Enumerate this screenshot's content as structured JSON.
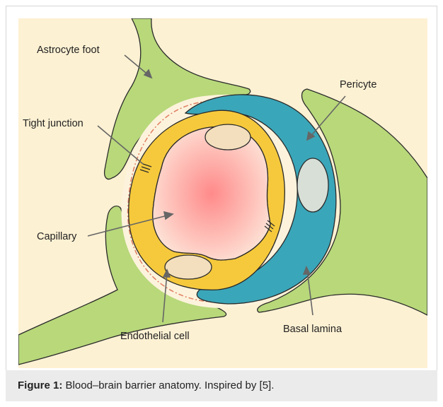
{
  "labels": {
    "astrocyte_foot": "Astrocyte foot",
    "pericyte": "Pericyte",
    "tight_junction": "Tight junction",
    "capillary": "Capillary",
    "endothelial_cell": "Endothelial cell",
    "basal_lamina": "Basal lamina"
  },
  "caption": {
    "label": "Figure 1:",
    "text": " Blood–brain barrier anatomy. Inspired by [5]."
  },
  "colors": {
    "background": "#fdf1d3",
    "astrocyte": "#b8d87a",
    "basal_layer": "#fdf3dc",
    "lamina_line": "#e07e62",
    "pericyte": "#3aa6b9",
    "endothelium": "#f6c93c",
    "nucleus": "#f3dfbd",
    "pericyte_nucleus": "#d7dfd7",
    "lumen_center": "#ff8a8a",
    "lumen_edge": "#fde0d4",
    "outline": "#2a2a2a",
    "pointer": "#666666"
  }
}
